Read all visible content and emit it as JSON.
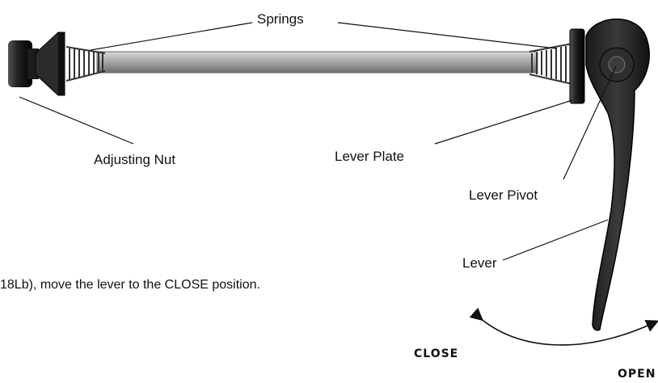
{
  "labels": {
    "springs": "Springs",
    "adjusting_nut": "Adjusting Nut",
    "lever_plate": "Lever Plate",
    "lever_pivot": "Lever Pivot",
    "lever": "Lever",
    "close": "CLOSE",
    "open": "OPEN"
  },
  "instruction": "18Lb), move the lever to the CLOSE position.",
  "colors": {
    "ink": "#111111",
    "rod": "#a9a9a9",
    "part": "#2a2a2a"
  }
}
